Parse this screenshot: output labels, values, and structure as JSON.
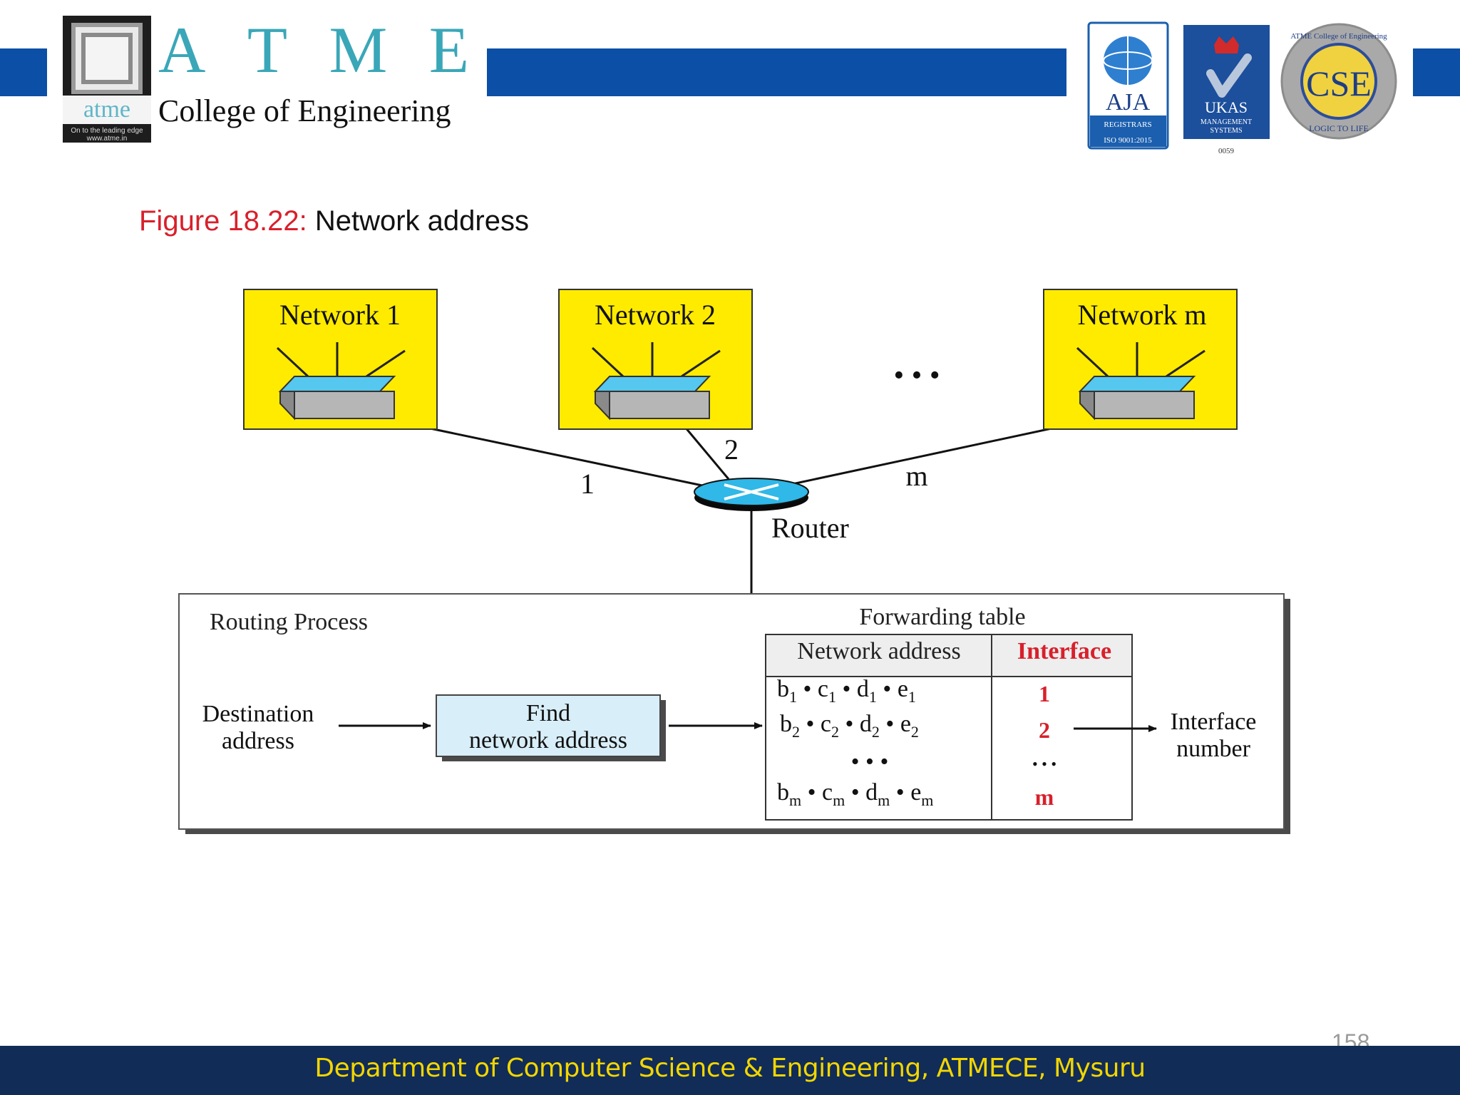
{
  "header": {
    "logo_text": "atme",
    "logo_tagline": "On to the leading edge",
    "logo_url": "www.atme.in",
    "brand_letters": [
      "A",
      "T",
      "M",
      "E"
    ],
    "brand_subtitle": "College of Engineering",
    "cert_aja": {
      "name": "AJA",
      "line1": "REGISTRARS",
      "line2": "ISO 9001:2015"
    },
    "cert_ukas": {
      "name": "UKAS",
      "line1": "MANAGEMENT",
      "line2": "SYSTEMS",
      "code": "0059"
    },
    "cert_cse": {
      "name": "CSE",
      "ring_top": "ATME College of Engineering",
      "ring_bottom": "LOGIC TO LIFE"
    }
  },
  "figure": {
    "label": "Figure 18.22:",
    "title": "Network address"
  },
  "diagram": {
    "networks": [
      "Network 1",
      "Network 2",
      "Network m"
    ],
    "ellipsis": "• • •",
    "links": [
      "1",
      "2",
      "m"
    ],
    "router_label": "Router",
    "routing_process": "Routing Process",
    "destination_line1": "Destination",
    "destination_line2": "address",
    "find_line1": "Find",
    "find_line2": "network address",
    "table_title": "Forwarding table",
    "col_network": "Network address",
    "col_interface": "Interface",
    "rows": [
      {
        "b": "b",
        "c": "c",
        "d": "d",
        "e": "e",
        "sub": "1",
        "iface": "1"
      },
      {
        "b": "b",
        "c": "c",
        "d": "d",
        "e": "e",
        "sub": "2",
        "iface": "2"
      },
      {
        "b": "b",
        "c": "c",
        "d": "d",
        "e": "e",
        "sub": "m",
        "iface": "m"
      }
    ],
    "row_ellipsis": "• • •",
    "iface_ellipsis": "• • •",
    "interface_line1": "Interface",
    "interface_line2": "number"
  },
  "footer": {
    "text": "Department of Computer Science & Engineering, ATMECE, Mysuru",
    "page_number": "158"
  },
  "colors": {
    "band": "#0b4fa6",
    "footer_bg": "#112c57",
    "footer_text": "#f2d600",
    "network_fill": "#ffeb00",
    "accent_red": "#d8202b",
    "router_fill": "#2fb8e8",
    "find_fill": "#d8eef8"
  }
}
